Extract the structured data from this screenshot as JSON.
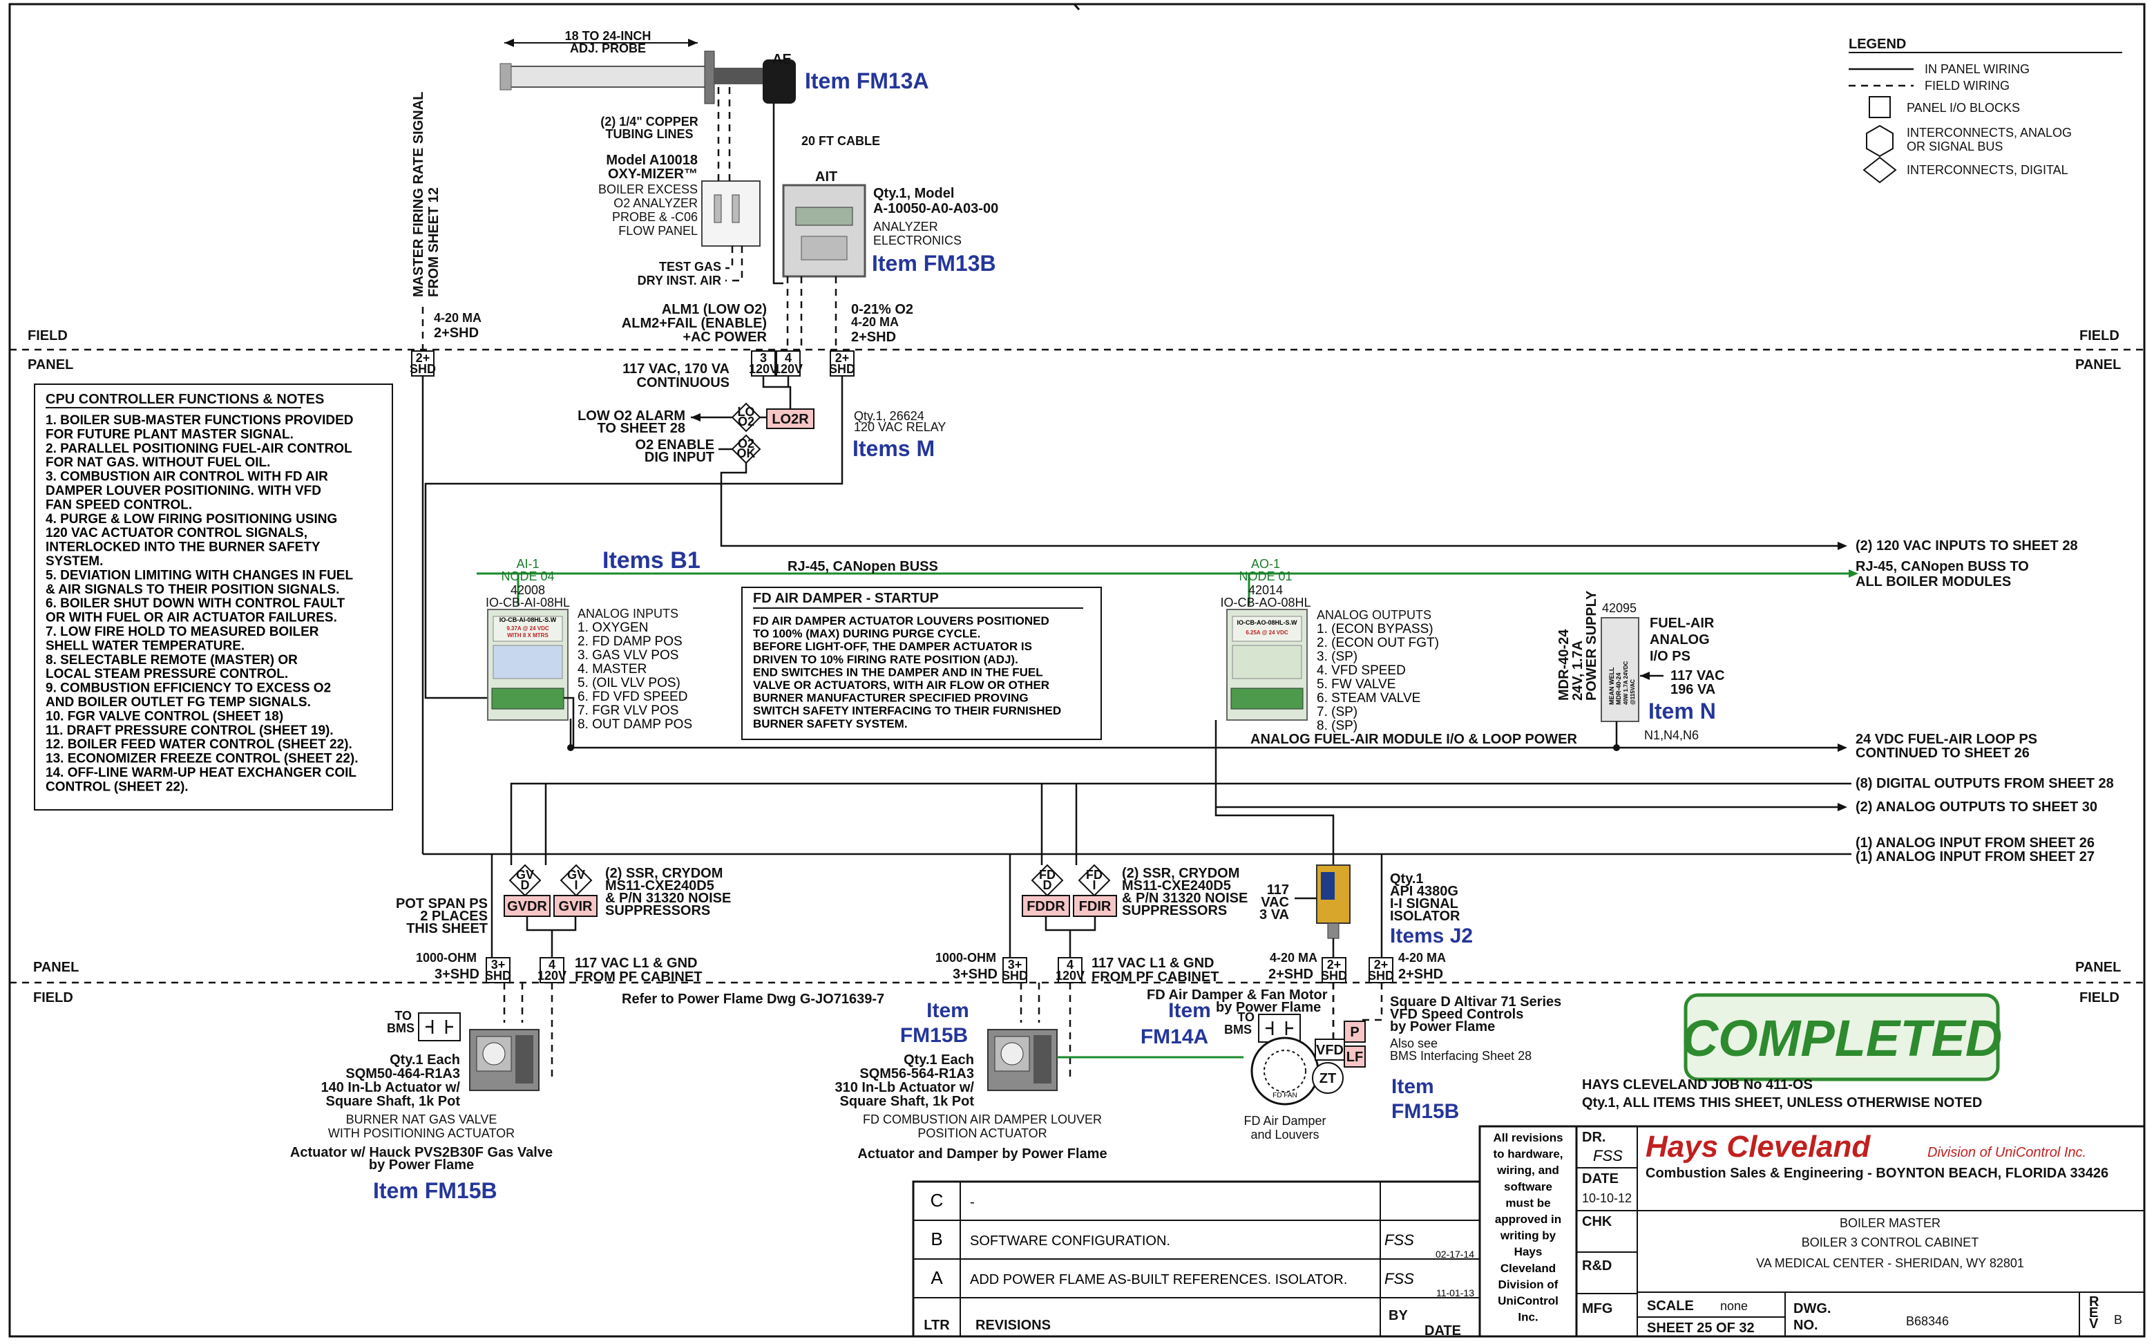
{
  "zones": {
    "field": "FIELD",
    "panel": "PANEL"
  },
  "probe": {
    "length": "18 TO 24-INCH",
    "length2": "ADJ. PROBE",
    "ae_tag": "AE",
    "item": "Item FM13A",
    "tubing1": "(2) 1/4\" COPPER",
    "tubing2": "TUBING LINES",
    "cable": "20 FT CABLE",
    "model1": "Model A10018",
    "model2": "OXY-MIZER™",
    "desc1": "BOILER EXCESS",
    "desc2": "O2 ANALYZER",
    "desc3": "PROBE & -C06",
    "desc4": "FLOW PANEL",
    "testgas": "TEST GAS",
    "dryair": "DRY INST. AIR"
  },
  "analyzer": {
    "tag": "AIT",
    "qty": "Qty.1, Model",
    "model": "A-10050-A0-A03-00",
    "desc1": "ANALYZER",
    "desc2": "ELECTRONICS",
    "item": "Item FM13B"
  },
  "master_signal": {
    "l1": "MASTER FIRING RATE SIGNAL",
    "l2": "FROM SHEET 12",
    "ma": "4-20 MA",
    "shd": "2+SHD"
  },
  "alarms": {
    "alm1": "ALM1 (LOW O2)",
    "alm2": "ALM2+FAIL (ENABLE)",
    "acpower": "+AC POWER",
    "o2range": "0-21% O2",
    "ma": "4-20 MA",
    "shd": "2+SHD",
    "vac1": "117 VAC, 170 VA",
    "vac2": "CONTINUOUS",
    "lowalarm1": "LOW O2 ALARM",
    "lowalarm2": "TO SHEET 28",
    "enable1": "O2 ENABLE",
    "enable2": "DIG INPUT",
    "lo": "LO",
    "o2": "O2",
    "ok": "OK",
    "relay": "LO2R",
    "relay_qty1": "Qty.1, 26624",
    "relay_qty2": "120 VAC RELAY",
    "items_m": "Items M"
  },
  "io_blocks": {
    "b2": "2+",
    "shd": "SHD",
    "b3": "3",
    "b4": "4",
    "v120": "120V",
    "b3plus": "3+"
  },
  "notes": {
    "title": "CPU CONTROLLER FUNCTIONS & NOTES",
    "lines": [
      "1. BOILER SUB-MASTER FUNCTIONS PROVIDED",
      "FOR FUTURE PLANT MASTER SIGNAL.",
      "2. PARALLEL POSITIONING FUEL-AIR CONTROL",
      "FOR NAT GAS.  WITHOUT FUEL OIL.",
      "3. COMBUSTION AIR CONTROL WITH FD AIR",
      "DAMPER LOUVER POSITIONING.  WITH VFD",
      "FAN SPEED CONTROL.",
      "4. PURGE & LOW FIRING POSITIONING USING",
      "120 VAC ACTUATOR CONTROL SIGNALS,",
      "INTERLOCKED INTO THE BURNER SAFETY",
      "SYSTEM.",
      "5. DEVIATION LIMITING WITH CHANGES IN FUEL",
      "& AIR SIGNALS TO THEIR POSITION SIGNALS.",
      "6. BOILER SHUT DOWN WITH CONTROL FAULT",
      "OR WITH FUEL OR AIR ACTUATOR FAILURES.",
      "7. LOW FIRE HOLD TO MEASURED BOILER",
      "SHELL WATER TEMPERATURE.",
      "8. SELECTABLE REMOTE (MASTER) OR",
      "LOCAL STEAM PRESSURE CONTROL.",
      "9. COMBUSTION EFFICIENCY TO EXCESS O2",
      "AND BOILER OUTLET FG TEMP SIGNALS.",
      "10. FGR VALVE CONTROL (SHEET 18)",
      "11. DRAFT PRESSURE CONTROL (SHEET 19).",
      "12. BOILER FEED WATER CONTROL (SHEET 22).",
      "13. ECONOMIZER FREEZE CONTROL (SHEET 22).",
      "14. OFF-LINE WARM-UP HEAT EXCHANGER COIL",
      "CONTROL (SHEET 22)."
    ]
  },
  "ai_module": {
    "tag1": "AI-1",
    "tag2": "NODE 04",
    "part": "42008",
    "model": "IO-CB-AI-08HL",
    "face1": "IO-CB-AI-08HL-S.W",
    "face2": "9.37A @ 24 VDC",
    "face3": "WITH 8 X MTRS",
    "inputs_title": "ANALOG INPUTS",
    "inputs": [
      "1. OXYGEN",
      "2. FD DAMP POS",
      "3. GAS VLV POS",
      "4. MASTER",
      "5. (OIL VLV POS)",
      "6. FD VFD SPEED",
      "7. FGR VLV POS",
      "8. OUT DAMP POS"
    ]
  },
  "items_b1": "Items B1",
  "bus": {
    "label": "RJ-45, CANopen BUSS",
    "out1": "RJ-45, CANopen BUSS TO",
    "out2": "ALL BOILER MODULES"
  },
  "startup": {
    "title": "FD AIR DAMPER - STARTUP",
    "lines": [
      "FD AIR DAMPER ACTUATOR LOUVERS POSITIONED",
      "TO 100% (MAX) DURING PURGE CYCLE.",
      "BEFORE LIGHT-OFF,  THE DAMPER ACTUATOR IS",
      "DRIVEN TO 10% FIRING RATE POSITION (ADJ).",
      "END SWITCHES IN THE DAMPER AND IN THE FUEL",
      "VALVE OR ACTUATORS, WITH AIR FLOW OR OTHER",
      "BURNER MANUFACTURER SPECIFIED PROVING",
      "SWITCH SAFETY INTERFACING TO THEIR FURNISHED",
      "BURNER SAFETY SYSTEM."
    ]
  },
  "ao_module": {
    "tag1": "AO-1",
    "tag2": "NODE 01",
    "part": "42014",
    "model": "IO-CB-AO-08HL",
    "face1": "IO-CB-AO-08HL-S.W",
    "face2": "6.25A @ 24 VDC",
    "outputs_title": "ANALOG OUTPUTS",
    "outputs": [
      "1. (ECON BYPASS)",
      "2. (ECON OUT FGT)",
      "3. (SP)",
      "4. VFD SPEED",
      "5. FW VALVE",
      "6. STEAM VALVE",
      "7. (SP)",
      "8. (SP)"
    ]
  },
  "ps": {
    "part": "42095",
    "model1": "MDR-40-24",
    "model2": "24V, 1.7A",
    "model3": "POWER SUPPLY",
    "face1": "MEAN WELL",
    "face2": "MDR-40-24",
    "face3": "40W 1.7A 24VDC",
    "face4": "@115VAC",
    "title1": "FUEL-AIR",
    "title2": "ANALOG",
    "title3": "I/O PS",
    "vac": "117 VAC",
    "va": "196 VA",
    "item": "Item N",
    "refs": "N1,N4,N6"
  },
  "loop_power": "ANALOG FUEL-AIR MODULE I/O & LOOP POWER",
  "right_refs": {
    "vac_inputs": "(2) 120 VAC INPUTS TO SHEET 28",
    "vdc1": "24 VDC FUEL-AIR LOOP PS",
    "vdc2": "CONTINUED TO SHEET 26",
    "digital": "(8) DIGITAL OUTPUTS FROM SHEET 28",
    "analog_out": "(2) ANALOG OUTPUTS TO SHEET 30",
    "ai26": "(1) ANALOG INPUT FROM SHEET 26",
    "ai27": "(1) ANALOG INPUT FROM SHEET 27"
  },
  "legend": {
    "title": "LEGEND",
    "in_panel": "IN PANEL WIRING",
    "field": "FIELD WIRING",
    "io": "PANEL I/O BLOCKS",
    "analog1": "INTERCONNECTS, ANALOG",
    "analog2": "OR SIGNAL BUS",
    "digital": "INTERCONNECTS, DIGITAL"
  },
  "gas": {
    "gv": "GV",
    "d": "D",
    "i": "I",
    "gvdr": "GVDR",
    "gvir": "GVIR",
    "ssr1": "(2) SSR, CRYDOM",
    "ssr2": "MS11-CXE240D5",
    "ssr3": "& P/N 31320 NOISE",
    "ssr4": "SUPPRESSORS",
    "pot1": "POT SPAN PS",
    "pot2": "2 PLACES",
    "pot3": "THIS SHEET",
    "ohm": "1000-OHM",
    "shd3": "3+SHD",
    "vac1": "117 VAC L1 & GND",
    "vac2": "FROM PF CABINET",
    "refer": "Refer to Power Flame Dwg G-JO71639-7",
    "to": "TO",
    "bms": "BMS",
    "qty": "Qty.1 Each",
    "model": "SQM50-464-R1A3",
    "torque": "140 In-Lb Actuator w/",
    "shaft": "Square  Shaft, 1k Pot",
    "desc1": "BURNER NAT GAS VALVE",
    "desc2": "WITH POSITIONING ACTUATOR",
    "act1": "Actuator w/ Hauck PVS2B30F Gas Valve",
    "act2": "by Power Flame",
    "item": "Item FM15B"
  },
  "damper": {
    "fd": "FD",
    "d": "D",
    "i": "I",
    "fddr": "FDDR",
    "fdir": "FDIR",
    "ssr1": "(2) SSR, CRYDOM",
    "ssr2": "MS11-CXE240D5",
    "ssr3": "& P/N 31320 NOISE",
    "ssr4": "SUPPRESSORS",
    "ohm": "1000-OHM",
    "shd3": "3+SHD",
    "vac1": "117 VAC L1 & GND",
    "vac2": "FROM PF CABINET",
    "item1": "Item",
    "item2": "FM15B",
    "qty": "Qty.1 Each",
    "model": "SQM56-564-R1A3",
    "torque": "310 In-Lb Actuator w/",
    "shaft": "Square Shaft, 1k Pot",
    "desc1": "FD COMBUSTION AIR DAMPER LOUVER",
    "desc2": "POSITION ACTUATOR",
    "act": "Actuator and Damper by Power Flame"
  },
  "fan": {
    "motor1": "FD Air Damper & Fan Motor",
    "motor2": "by Power Flame",
    "item1": "Item",
    "item2": "FM14A",
    "to": "TO",
    "bms": "BMS",
    "fdfan": "FD FAN",
    "vfd": "VFD",
    "zt": "ZT",
    "p": "P",
    "lf": "LF",
    "louver1": "FD Air Damper",
    "louver2": "and Louvers",
    "item3": "Item",
    "item4": "FM15B",
    "vfd_desc1": "Square D Altivar 71 Series",
    "vfd_desc2": "VFD Speed Controls",
    "vfd_desc3": "by Power Flame",
    "vfd_desc4": "Also see",
    "vfd_desc5": "BMS Interfacing Sheet 28"
  },
  "isolator": {
    "vac1": "117",
    "vac2": "VAC",
    "vac3": "3 VA",
    "qty": "Qty.1",
    "model": "API 4380G",
    "desc1": "I-I SIGNAL",
    "desc2": "ISOLATOR",
    "item": "Items J2",
    "ma": "4-20 MA",
    "shd": "2+SHD"
  },
  "stamp": "COMPLETED",
  "job": {
    "l1": "HAYS CLEVELAND JOB No 411-OS",
    "l2": "Qty.1, ALL ITEMS THIS SHEET, UNLESS OTHERWISE NOTED"
  },
  "revisions": {
    "rows": [
      {
        "ltr": "C",
        "text": "-",
        "by": "",
        "date": ""
      },
      {
        "ltr": "B",
        "text": "SOFTWARE CONFIGURATION.",
        "by": "FSS",
        "date": "02-17-14"
      },
      {
        "ltr": "A",
        "text": "ADD POWER FLAME AS-BUILT REFERENCES.  ISOLATOR.",
        "by": "FSS",
        "date": "11-01-13"
      }
    ],
    "ltr_header": "LTR",
    "rev_header": "REVISIONS",
    "by_header": "BY",
    "date_header": "DATE"
  },
  "disclaimer": [
    "All revisions",
    "to hardware,",
    "wiring, and",
    "software",
    "must be",
    "approved in",
    "writing by",
    "Hays",
    "Cleveland",
    "Division of",
    "UniControl",
    "Inc."
  ],
  "titleblock": {
    "dr": "DR.",
    "dr_val": "FSS",
    "date": "DATE",
    "date_val": "10-10-12",
    "chk": "CHK",
    "rd": "R&D",
    "mfg": "MFG",
    "company": "Hays Cleveland",
    "division": "Division of UniControl Inc.",
    "company_sub": "Combustion Sales & Engineering - BOYNTON BEACH, FLORIDA 33426",
    "title1": "BOILER MASTER",
    "title2": "BOILER 3 CONTROL CABINET",
    "title3": "VA MEDICAL CENTER - SHERIDAN, WY  82801",
    "scale_label": "SCALE",
    "scale_val": "none",
    "sheet": "SHEET 25 OF 32",
    "dwg1": "DWG.",
    "dwg2": "NO.",
    "dwg_val": "B68346",
    "rev_r": "R",
    "rev_e": "E",
    "rev_v": "V",
    "rev_val": "B"
  },
  "colors": {
    "blue_label": "#24369a",
    "green_wire": "#1a8a2a",
    "relay_fill": "#f6c6c6",
    "stamp": "#2e8a2e"
  }
}
